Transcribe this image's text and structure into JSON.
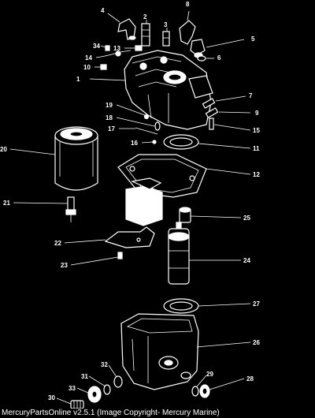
{
  "diagram": {
    "callouts": [
      "1",
      "2",
      "3",
      "4",
      "5",
      "6",
      "7",
      "8",
      "9",
      "10",
      "11",
      "12",
      "13",
      "14",
      "15",
      "16",
      "17",
      "18",
      "19",
      "20",
      "21",
      "22",
      "23",
      "24",
      "25",
      "26",
      "27",
      "28",
      "29",
      "30",
      "31",
      "32",
      "33",
      "34"
    ]
  },
  "footer": {
    "text": "MercuryPartsOnline v2.5.1 (Image Copyright- Mercury Marine)"
  }
}
